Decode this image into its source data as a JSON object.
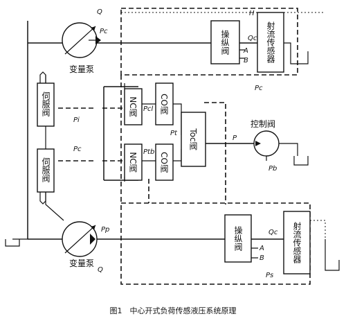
{
  "labels": {
    "pump_top": "变量泵",
    "pump_bottom": "变量泵",
    "servo_top": "伺服阀",
    "servo_bottom": "伺服阀",
    "nc_top": "NC阀",
    "co_top": "CO阀",
    "nc_bottom": "NC阀",
    "co_bottom": "CO阀",
    "toc": "Toc阀",
    "control_valve": "控制阀",
    "operating_valve_top": "操纵阀",
    "operating_valve_bottom": "操纵阀",
    "jet_sensor_top": "射流传感器",
    "jet_sensor_bottom": "射流传感器",
    "caption": "图1　中心开式负荷传感液压系统原理"
  },
  "symbols": {
    "q_top": "Q",
    "p_c_top": "Pc",
    "h_top": "H",
    "q_c_top": "Qc",
    "a_top": "A",
    "b_top": "B",
    "p_c_right": "Pc",
    "p_i": "Pi",
    "p_cl": "Pcl",
    "p_t": "Pt",
    "p_right": "P",
    "p_b": "Pb",
    "p_c_left": "Pc",
    "p_tb": "Ptb",
    "p_p": "Pp",
    "q_bottom": "Q",
    "q_c_bottom": "Qc",
    "a_bottom": "A",
    "b_bottom": "B",
    "p_s_bottom": "Ps"
  }
}
